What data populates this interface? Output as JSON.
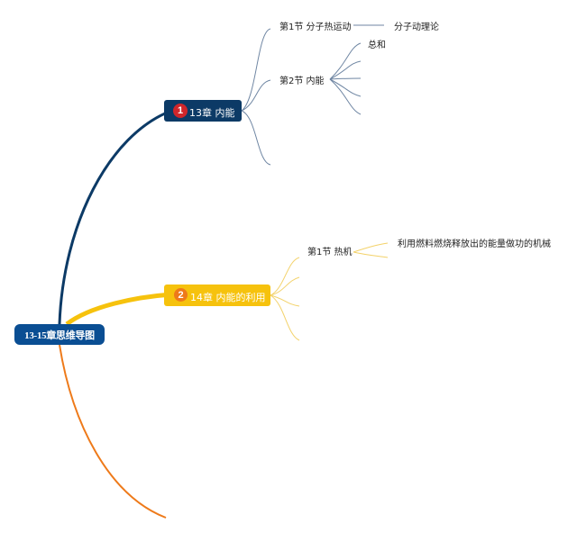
{
  "root": {
    "label": "13-15章思维导图"
  },
  "chapters": [
    {
      "badge": "1",
      "label": "13章 内能",
      "color": "#0c3a66"
    },
    {
      "badge": "2",
      "label": "14章 内能的利用",
      "color": "#f6c20d"
    },
    {
      "label": "",
      "color": "#ee7a1a"
    }
  ],
  "ch13": {
    "sections": [
      {
        "label": "第1节 分子热运动",
        "detail": "分子动理论"
      },
      {
        "label": "第2节 内能",
        "details": [
          "总和",
          "",
          "",
          "",
          ""
        ]
      },
      {
        "label": ""
      }
    ]
  },
  "ch14": {
    "sections": [
      {
        "label": "第1节 热机",
        "detail": "利用燃料燃烧释放出的能量做功的机械"
      },
      {
        "label": ""
      },
      {
        "label": ""
      },
      {
        "label": ""
      }
    ]
  },
  "colors": {
    "root_bg": "#0a4e93",
    "ch13_line": "#0c3a66",
    "ch13_sub_line": "#6f86a3",
    "ch14_line": "#f6c20d",
    "ch14_sub_line": "#f3d26a",
    "ch15_line": "#ee7a1a",
    "badge1": "#d0262b",
    "badge2": "#ee7a1a"
  }
}
